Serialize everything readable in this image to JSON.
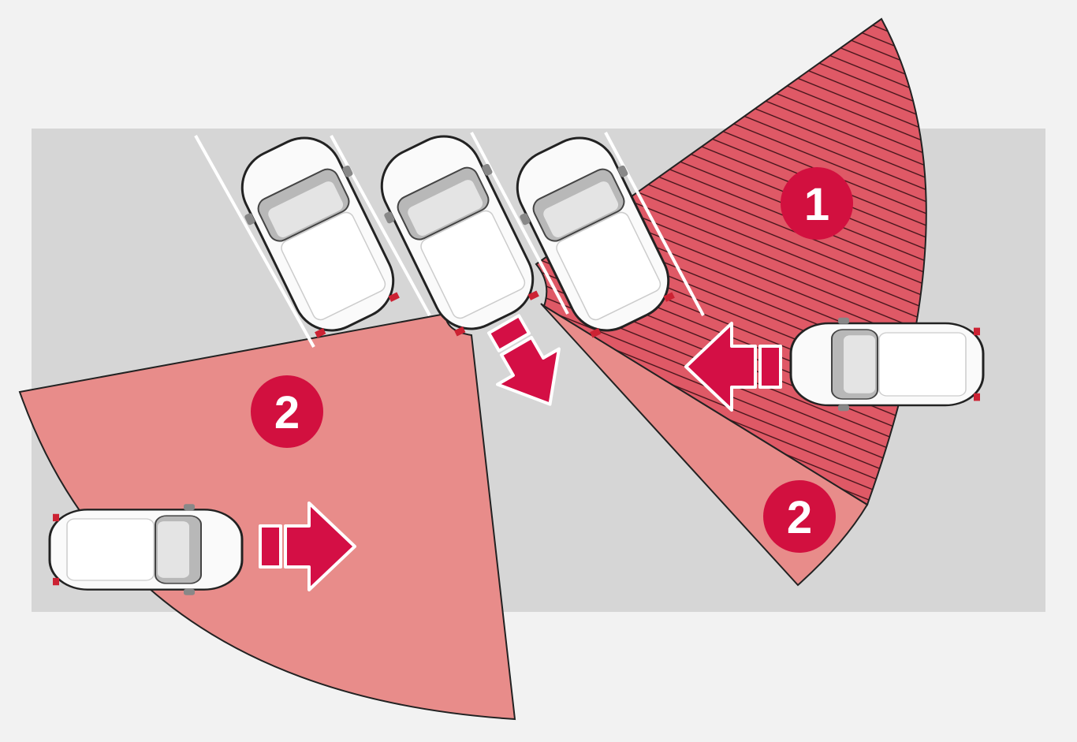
{
  "diagram": {
    "zones": [
      {
        "id": "zone-1",
        "label": "1"
      },
      {
        "id": "zone-2-left",
        "label": "2"
      },
      {
        "id": "zone-2-right",
        "label": "2"
      }
    ],
    "colors": {
      "background": "#f2f2f2",
      "parking_area": "#d6d6d6",
      "zone_primary": "#df5966",
      "zone_secondary": "#e88c8a",
      "badge": "#d2103f",
      "arrow": "#d40f45"
    },
    "icons": [
      "car-icon",
      "arrow-icon"
    ]
  }
}
